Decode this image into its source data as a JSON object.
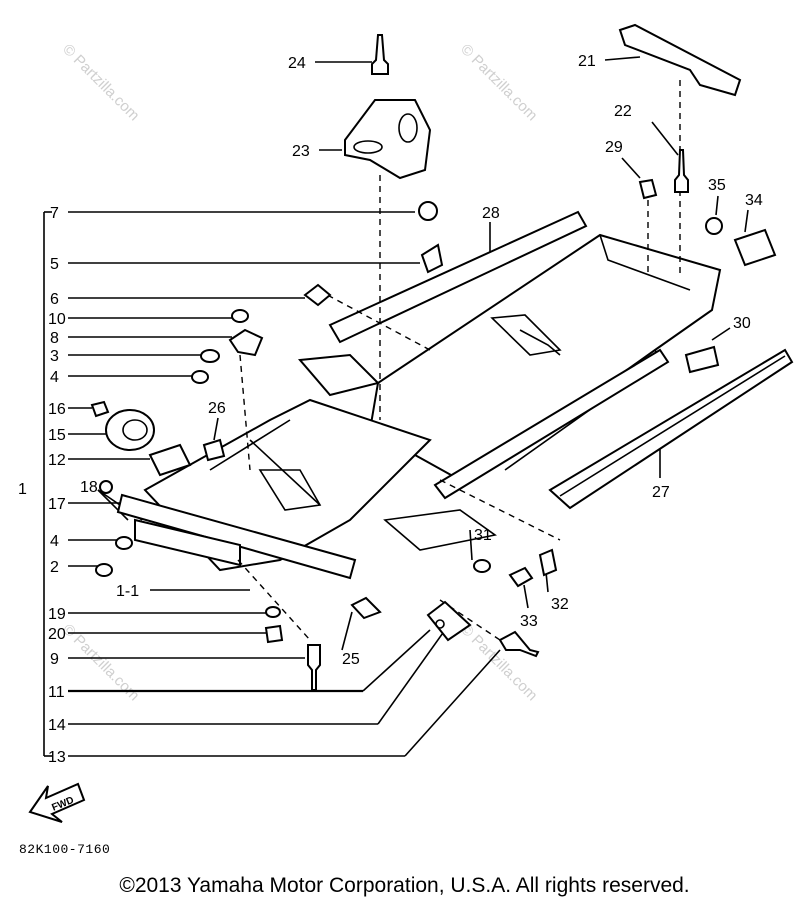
{
  "callouts": {
    "c1": "1",
    "c2": "2",
    "c3": "3",
    "c4a": "4",
    "c4b": "4",
    "c5": "5",
    "c6": "6",
    "c7": "7",
    "c8": "8",
    "c9": "9",
    "c10": "10",
    "c11": "11",
    "c11b": "1-1",
    "c12": "12",
    "c13": "13",
    "c14": "14",
    "c15": "15",
    "c16": "16",
    "c17": "17",
    "c18": "18",
    "c19": "19",
    "c20": "20",
    "c21": "21",
    "c22": "22",
    "c23": "23",
    "c24": "24",
    "c25": "25",
    "c26": "26",
    "c27": "27",
    "c28": "28",
    "c29": "29",
    "c30": "30",
    "c31": "31",
    "c32": "32",
    "c33": "33",
    "c34": "34",
    "c35": "35"
  },
  "fwd_label": "FWD",
  "part_code": "82K100-7160",
  "watermark": "© Partzilla.com",
  "copyright": "©2013  Yamaha Motor Corporation, U.S.A. All rights reserved."
}
